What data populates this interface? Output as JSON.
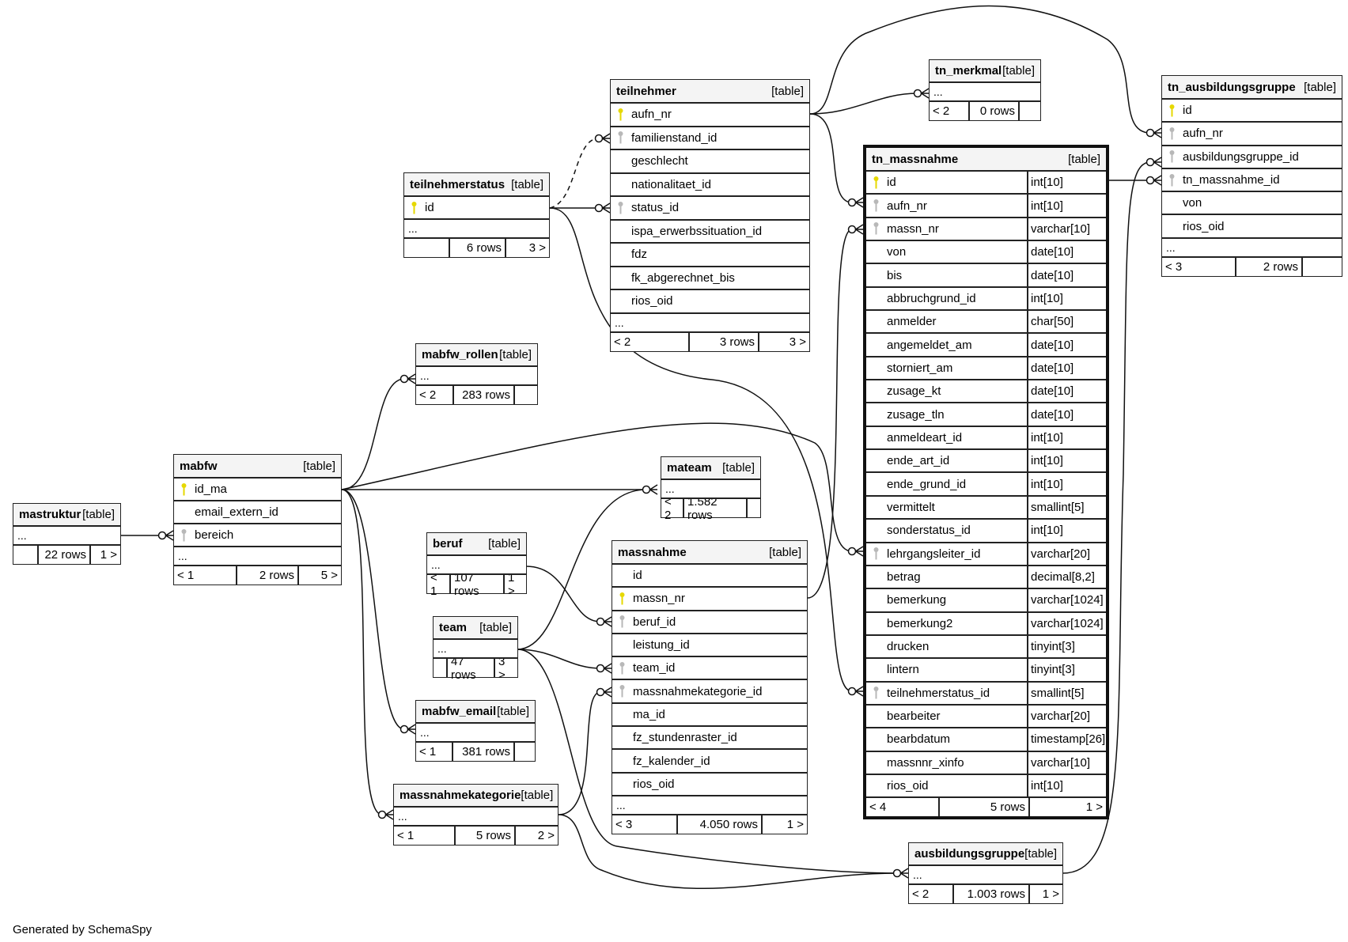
{
  "credit": "Generated by SchemaSpy",
  "type_label": "[table]",
  "ellipsis": "...",
  "key_colors": {
    "primary": "#e6d800",
    "foreign": "#b8b8b8"
  },
  "tables": {
    "mastruktur": {
      "name": "mastruktur",
      "footer": [
        "",
        "22 rows",
        "1 >"
      ]
    },
    "mabfw": {
      "name": "mabfw",
      "columns": [
        {
          "name": "id_ma",
          "key": "primary"
        },
        {
          "name": "email_extern_id",
          "key": ""
        },
        {
          "name": "bereich",
          "key": "foreign"
        }
      ],
      "footer": [
        "< 1",
        "2 rows",
        "5 >"
      ]
    },
    "teilnehmerstatus": {
      "name": "teilnehmerstatus",
      "columns": [
        {
          "name": "id",
          "key": "primary"
        }
      ],
      "footer": [
        "",
        "6 rows",
        "3 >"
      ]
    },
    "mabfw_rollen": {
      "name": "mabfw_rollen",
      "footer": [
        "< 2",
        "283 rows",
        ""
      ]
    },
    "teilnehmer": {
      "name": "teilnehmer",
      "columns": [
        {
          "name": "aufn_nr",
          "key": "primary"
        },
        {
          "name": "familienstand_id",
          "key": "foreign"
        },
        {
          "name": "geschlecht",
          "key": ""
        },
        {
          "name": "nationalitaet_id",
          "key": ""
        },
        {
          "name": "status_id",
          "key": "foreign"
        },
        {
          "name": "ispa_erwerbssituation_id",
          "key": ""
        },
        {
          "name": "fdz",
          "key": ""
        },
        {
          "name": "fk_abgerechnet_bis",
          "key": ""
        },
        {
          "name": "rios_oid",
          "key": ""
        }
      ],
      "footer": [
        "< 2",
        "3 rows",
        "3 >"
      ]
    },
    "tn_merkmal": {
      "name": "tn_merkmal",
      "footer": [
        "< 2",
        "0 rows",
        ""
      ]
    },
    "tn_massnahme": {
      "name": "tn_massnahme",
      "columns": [
        {
          "name": "id",
          "type": "int[10]",
          "key": "primary"
        },
        {
          "name": "aufn_nr",
          "type": "int[10]",
          "key": "foreign"
        },
        {
          "name": "massn_nr",
          "type": "varchar[10]",
          "key": "foreign"
        },
        {
          "name": "von",
          "type": "date[10]",
          "key": ""
        },
        {
          "name": "bis",
          "type": "date[10]",
          "key": ""
        },
        {
          "name": "abbruchgrund_id",
          "type": "int[10]",
          "key": ""
        },
        {
          "name": "anmelder",
          "type": "char[50]",
          "key": ""
        },
        {
          "name": "angemeldet_am",
          "type": "date[10]",
          "key": ""
        },
        {
          "name": "storniert_am",
          "type": "date[10]",
          "key": ""
        },
        {
          "name": "zusage_kt",
          "type": "date[10]",
          "key": ""
        },
        {
          "name": "zusage_tln",
          "type": "date[10]",
          "key": ""
        },
        {
          "name": "anmeldeart_id",
          "type": "int[10]",
          "key": ""
        },
        {
          "name": "ende_art_id",
          "type": "int[10]",
          "key": ""
        },
        {
          "name": "ende_grund_id",
          "type": "int[10]",
          "key": ""
        },
        {
          "name": "vermittelt",
          "type": "smallint[5]",
          "key": ""
        },
        {
          "name": "sonderstatus_id",
          "type": "int[10]",
          "key": ""
        },
        {
          "name": "lehrgangsleiter_id",
          "type": "varchar[20]",
          "key": "foreign"
        },
        {
          "name": "betrag",
          "type": "decimal[8,2]",
          "key": ""
        },
        {
          "name": "bemerkung",
          "type": "varchar[1024]",
          "key": ""
        },
        {
          "name": "bemerkung2",
          "type": "varchar[1024]",
          "key": ""
        },
        {
          "name": "drucken",
          "type": "tinyint[3]",
          "key": ""
        },
        {
          "name": "lintern",
          "type": "tinyint[3]",
          "key": ""
        },
        {
          "name": "teilnehmerstatus_id",
          "type": "smallint[5]",
          "key": "foreign"
        },
        {
          "name": "bearbeiter",
          "type": "varchar[20]",
          "key": ""
        },
        {
          "name": "bearbdatum",
          "type": "timestamp[26]",
          "key": ""
        },
        {
          "name": "massnnr_xinfo",
          "type": "varchar[10]",
          "key": ""
        },
        {
          "name": "rios_oid",
          "type": "int[10]",
          "key": ""
        }
      ],
      "footer": [
        "< 4",
        "5 rows",
        "1 >"
      ]
    },
    "tn_ausbildungsgruppe": {
      "name": "tn_ausbildungsgruppe",
      "columns": [
        {
          "name": "id",
          "key": "primary"
        },
        {
          "name": "aufn_nr",
          "key": "foreign"
        },
        {
          "name": "ausbildungsgruppe_id",
          "key": "foreign"
        },
        {
          "name": "tn_massnahme_id",
          "key": "foreign"
        },
        {
          "name": "von",
          "key": ""
        },
        {
          "name": "rios_oid",
          "key": ""
        }
      ],
      "footer": [
        "< 3",
        "2 rows",
        ""
      ]
    },
    "mateam": {
      "name": "mateam",
      "footer": [
        "< 2",
        "1.582 rows",
        ""
      ]
    },
    "beruf": {
      "name": "beruf",
      "footer": [
        "< 1",
        "107 rows",
        "1 >"
      ]
    },
    "team": {
      "name": "team",
      "footer": [
        "",
        "47 rows",
        "3 >"
      ]
    },
    "mabfw_email": {
      "name": "mabfw_email",
      "footer": [
        "< 1",
        "381 rows",
        ""
      ]
    },
    "massnahmekategorie": {
      "name": "massnahmekategorie",
      "footer": [
        "< 1",
        "5 rows",
        "2 >"
      ]
    },
    "massnahme": {
      "name": "massnahme",
      "columns": [
        {
          "name": "id",
          "key": ""
        },
        {
          "name": "massn_nr",
          "key": "primary"
        },
        {
          "name": "beruf_id",
          "key": "foreign"
        },
        {
          "name": "leistung_id",
          "key": ""
        },
        {
          "name": "team_id",
          "key": "foreign"
        },
        {
          "name": "massnahmekategorie_id",
          "key": "foreign"
        },
        {
          "name": "ma_id",
          "key": ""
        },
        {
          "name": "fz_stundenraster_id",
          "key": ""
        },
        {
          "name": "fz_kalender_id",
          "key": ""
        },
        {
          "name": "rios_oid",
          "key": ""
        }
      ],
      "footer": [
        "< 3",
        "4.050 rows",
        "1 >"
      ]
    },
    "ausbildungsgruppe": {
      "name": "ausbildungsgruppe",
      "footer": [
        "< 2",
        "1.003 rows",
        "1 >"
      ]
    }
  },
  "relationships": [
    {
      "from": "mastruktur",
      "to": "mabfw.bereich"
    },
    {
      "from": "mabfw.id_ma",
      "to": "mabfw_rollen"
    },
    {
      "from": "mabfw.id_ma",
      "to": "mateam"
    },
    {
      "from": "mabfw.id_ma",
      "to": "mabfw_email"
    },
    {
      "from": "mabfw.id_ma",
      "to": "massnahmekategorie"
    },
    {
      "from": "mabfw.id_ma",
      "to": "tn_massnahme.lehrgangsleiter_id"
    },
    {
      "from": "teilnehmerstatus.id",
      "to": "teilnehmer.familienstand_id",
      "implied": true
    },
    {
      "from": "teilnehmerstatus.id",
      "to": "teilnehmer.status_id"
    },
    {
      "from": "teilnehmerstatus.id",
      "to": "tn_massnahme.teilnehmerstatus_id"
    },
    {
      "from": "teilnehmer.aufn_nr",
      "to": "tn_merkmal"
    },
    {
      "from": "teilnehmer.aufn_nr",
      "to": "tn_massnahme.aufn_nr"
    },
    {
      "from": "teilnehmer.aufn_nr",
      "to": "tn_ausbildungsgruppe.aufn_nr"
    },
    {
      "from": "tn_massnahme.id",
      "to": "tn_ausbildungsgruppe.tn_massnahme_id"
    },
    {
      "from": "ausbildungsgruppe",
      "to": "tn_ausbildungsgruppe.ausbildungsgruppe_id"
    },
    {
      "from": "massnahme.massn_nr",
      "to": "tn_massnahme.massn_nr"
    },
    {
      "from": "beruf",
      "to": "massnahme.beruf_id"
    },
    {
      "from": "team",
      "to": "massnahme.team_id"
    },
    {
      "from": "team",
      "to": "mateam"
    },
    {
      "from": "team",
      "to": "ausbildungsgruppe"
    },
    {
      "from": "massnahmekategorie",
      "to": "massnahme.massnahmekategorie_id"
    },
    {
      "from": "massnahmekategorie",
      "to": "ausbildungsgruppe"
    }
  ]
}
